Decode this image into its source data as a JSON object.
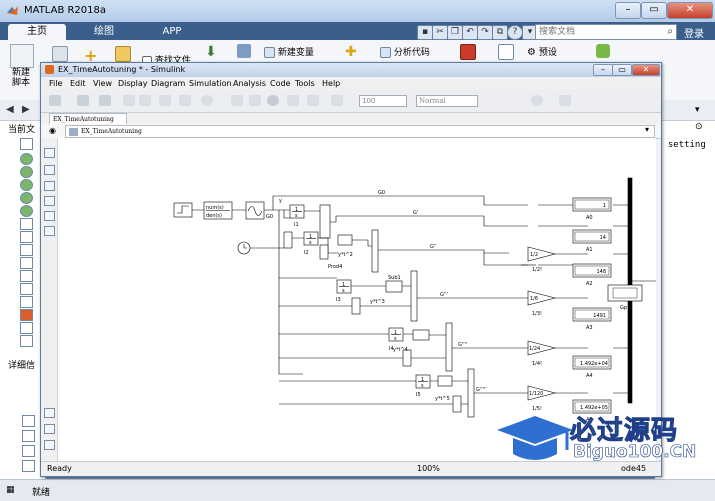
{
  "matlab": {
    "title": "MATLAB R2018a",
    "tabs": [
      "主页",
      "绘图",
      "APP"
    ],
    "search_placeholder": "搜索文档",
    "login": "登录",
    "ribbon": {
      "new_script": "新建\n脚本",
      "find_files": "查找文件",
      "new_variable": "新建变量",
      "analyze_code": "分析代码",
      "preferences": "预设"
    },
    "current_folder_label": "当前文",
    "details_label": "详细信",
    "status": "就绪",
    "side_text": "g setting"
  },
  "simulink": {
    "title": "EX_TimeAutotuning * - Simulink",
    "menu": [
      "File",
      "Edit",
      "View",
      "Display",
      "Diagram",
      "Simulation",
      "Analysis",
      "Code",
      "Tools",
      "Help"
    ],
    "stop_time": "100",
    "mode": "Normal",
    "tab": "EX_TimeAutotuning",
    "breadcrumb": "EX_TimeAutotuning",
    "status_left": "Ready",
    "status_zoom": "100%",
    "status_solver": "ode45"
  },
  "diagram": {
    "signals": [
      "G0",
      "G'",
      "G''",
      "G'''",
      "G''''",
      "G'''''"
    ],
    "transfer_fcn_num": "num(s)",
    "transfer_fcn_den": "den(s)",
    "gain_1_2": "1/2",
    "gain_1_6": "1/6",
    "gain_1_24": "1/24",
    "gain_1_120": "1/120",
    "gain_1_2f": "1/2!",
    "gain_1_3f": "1/3!",
    "gain_1_4f": "1/4!",
    "gain_1_5f": "1/5!",
    "int_num": "1",
    "int_den": "s",
    "y": "y",
    "g0": "G0",
    "i1": "I1",
    "i2": "I2",
    "i3": "I3",
    "i4": "I4",
    "i5": "I5",
    "yt2": "y*t^2",
    "yt3": "y*t^3",
    "yt4": "y*t^4",
    "yt5": "y*t^5",
    "prod4": "Prod4",
    "sub1": "Sub1",
    "displays": [
      {
        "value": "1",
        "label": "A0"
      },
      {
        "value": "14",
        "label": "A1"
      },
      {
        "value": "148",
        "label": "A2"
      },
      {
        "value": "1491",
        "label": "A3"
      },
      {
        "value": "1.492e+04",
        "label": "A4"
      },
      {
        "value": "1.492e+05",
        "label": "A5"
      }
    ],
    "gp_label": "Gp"
  },
  "watermark": {
    "title": "必过源码",
    "sub": "Biguo100.CN"
  }
}
